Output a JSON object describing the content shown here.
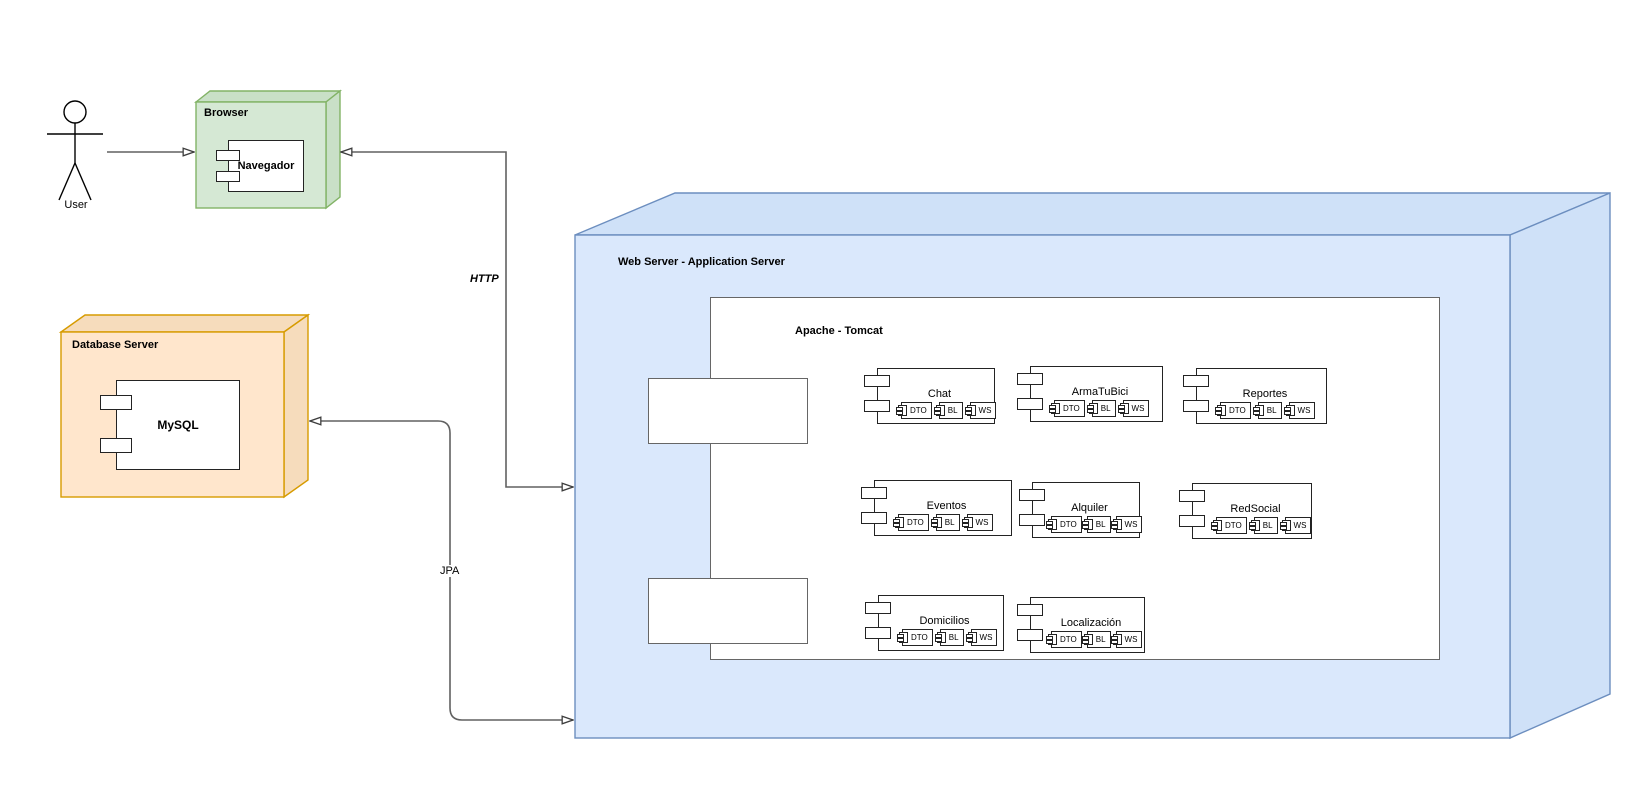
{
  "diagram": {
    "actor": {
      "label": "User"
    },
    "browser_node": {
      "title": "Browser",
      "component": "Navegador"
    },
    "database_node": {
      "title": "Database Server",
      "component": "MySQL"
    },
    "webserver_node": {
      "title": "Web Server - Application Server"
    },
    "container": {
      "title": "Apache - Tomcat"
    },
    "connections": {
      "browser_server": "HTTP",
      "db_server": "JPA"
    },
    "apps": [
      {
        "name": "Chat",
        "parts": [
          "DTO",
          "BL",
          "WS"
        ]
      },
      {
        "name": "ArmaTuBici",
        "parts": [
          "DTO",
          "BL",
          "WS"
        ]
      },
      {
        "name": "Reportes",
        "parts": [
          "DTO",
          "BL",
          "WS"
        ]
      },
      {
        "name": "Eventos",
        "parts": [
          "DTO",
          "BL",
          "WS"
        ]
      },
      {
        "name": "Alquiler",
        "parts": [
          "DTO",
          "BL",
          "WS"
        ]
      },
      {
        "name": "RedSocial",
        "parts": [
          "DTO",
          "BL",
          "WS"
        ]
      },
      {
        "name": "Domicilios",
        "parts": [
          "DTO",
          "BL",
          "WS"
        ]
      },
      {
        "name": "Localización",
        "parts": [
          "DTO",
          "BL",
          "WS"
        ]
      }
    ],
    "colors": {
      "browser_fill": "#d5e8d4",
      "database_fill": "#ffe6cc",
      "server_fill": "#dae8fc",
      "line": "#616161"
    }
  }
}
